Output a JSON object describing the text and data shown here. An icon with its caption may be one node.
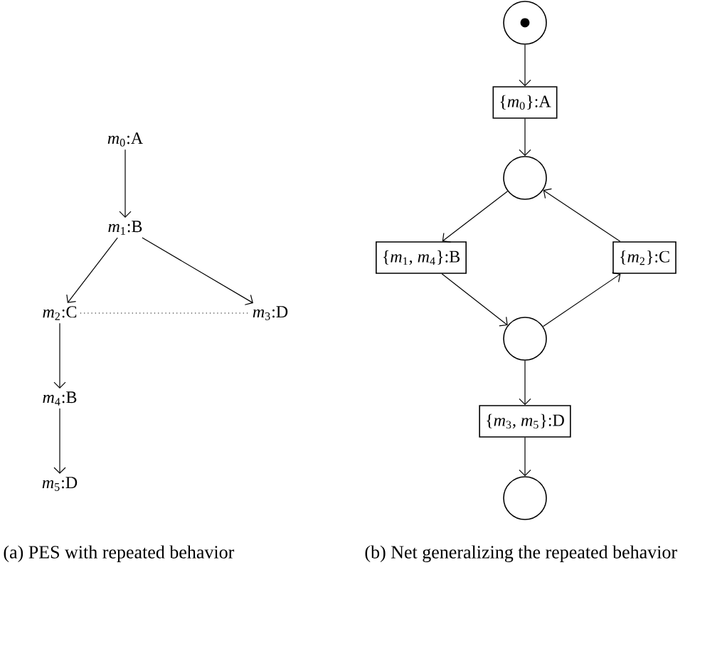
{
  "diagram": {
    "nodes": [
      {
        "text": [
          "*m*$_{0}$:A"
        ]
      },
      {
        "text": [
          "*m*$_{1}$:B"
        ]
      },
      {
        "text": [
          "*m*$_{2}$:C"
        ]
      },
      {
        "text": [
          "*m*$_{3}$:D"
        ]
      },
      {
        "text": [
          "*m*$_{4}$:B"
        ]
      },
      {
        "text": [
          "*m*$_{5}$:D"
        ]
      },
      {
        "text": [],
        "shape": "circle"
      },
      {
        "text": [
          "{*m*$_{0}$}:A"
        ]
      },
      {
        "text": [],
        "shape": "circle"
      },
      {
        "text": [
          "{*m*$_{1}$, *m*$_{4}$}:B"
        ]
      },
      {
        "text": [
          "{*m*$_{2}$}:C"
        ]
      },
      {
        "text": [],
        "shape": "circle"
      },
      {
        "text": [
          "{*m*$_{3}$, *m*$_{5}$}:D"
        ]
      },
      {
        "text": [],
        "shape": "circle"
      }
    ],
    "edges": [
      {
        "from": 0,
        "to": 1,
        "arrow": "to"
      },
      {
        "from": 1,
        "to": 2,
        "arrow": "to"
      },
      {
        "from": 1,
        "to": 3,
        "arrow": "to"
      },
      {
        "from": 2,
        "to": 3,
        "arrow": "none",
        "style": "dashed"
      },
      {
        "from": 2,
        "to": 4,
        "arrow": "to"
      },
      {
        "from": 4,
        "to": 5,
        "arrow": "to"
      },
      {
        "from": 6,
        "to": 7,
        "arrow": "to"
      },
      {
        "from": 7,
        "to": 8,
        "arrow": "to"
      },
      {
        "from": 8,
        "to": 9,
        "arrow": "to"
      },
      {
        "from": 10,
        "to": 8,
        "arrow": "to"
      },
      {
        "from": 9,
        "to": 11,
        "arrow": "to"
      },
      {
        "from": 11,
        "to": 10,
        "arrow": "to"
      },
      {
        "from": 11,
        "to": 12,
        "arrow": "to"
      },
      {
        "from": 12,
        "to": 13,
        "arrow": "to"
      }
    ],
    "labels": [
      "(a) PES with repeated behavior",
      "(b) Net generalizing the repeated behavior"
    ]
  }
}
